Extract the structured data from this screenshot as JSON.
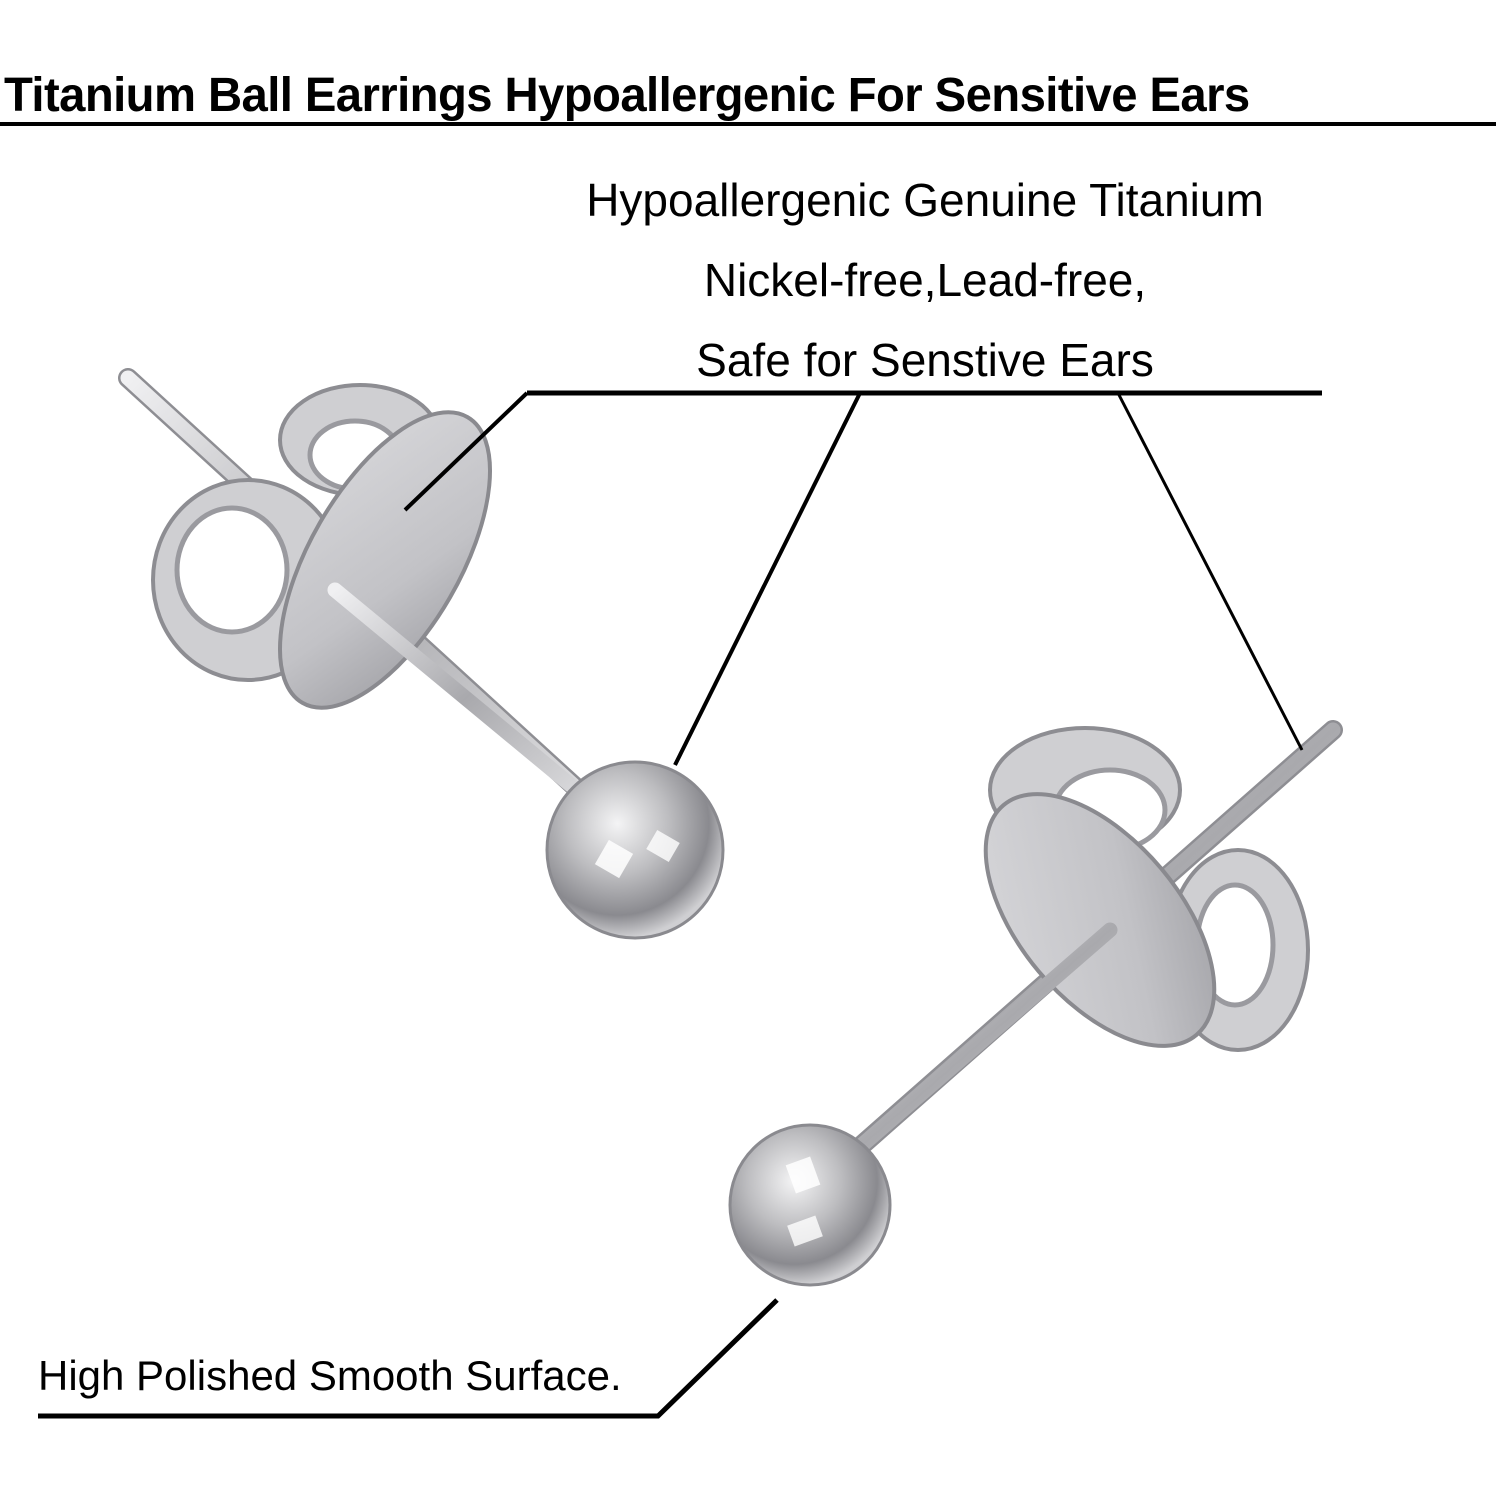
{
  "title": "Titanium Ball Earrings Hypoallergenic For Sensitive Ears",
  "features": {
    "lines": [
      "Hypoallergenic Genuine Titanium",
      "Nickel-free,Lead-free,",
      "Safe for Senstive Ears"
    ]
  },
  "bottom_caption": "High Polished Smooth Surface.",
  "colors": {
    "background": "#ffffff",
    "text": "#000000",
    "metal_light": "#e4e4e6",
    "metal_mid": "#b9b9bc",
    "metal_dark": "#7d7d82"
  }
}
